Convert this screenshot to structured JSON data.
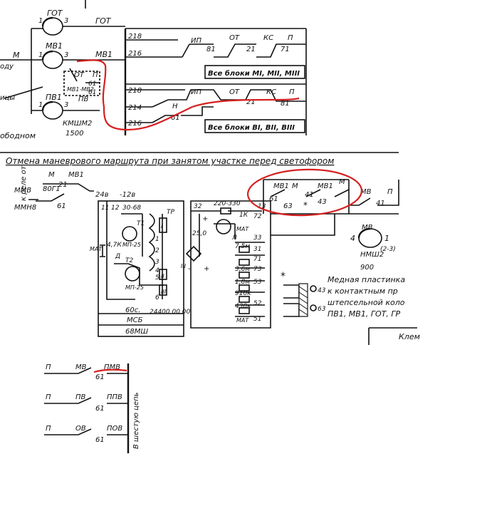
{
  "section_title": "Отмена маневрового маршрута при занятом участке перед светофором",
  "top_block": {
    "relays": [
      "ГОТ",
      "МВ1",
      "ПВ1"
    ],
    "labels": [
      "ГОТ",
      "М",
      "МВ1",
      "ОТ",
      "П",
      "КМШМ2",
      "1500",
      "ПВ",
      "МВ1-МВ2",
      "оду",
      "ицы",
      "ободном"
    ],
    "pins": [
      "1",
      "3",
      "1",
      "3",
      "1",
      "3",
      "61",
      "61"
    ],
    "wires": [
      "218",
      "216",
      "218",
      "214",
      "216"
    ],
    "contacts_upper": [
      "ИП",
      "81",
      "ОТ",
      "21",
      "КС",
      "П",
      "71"
    ],
    "contacts_lower": [
      "ИП",
      "Н",
      "61",
      "ОТ",
      "21",
      "КС",
      "П",
      "81"
    ],
    "notes": [
      "Все блоки МI, МII, МIII",
      "Все блоки ВI, ВII, ВIII"
    ]
  },
  "middle_block": {
    "left_labels": [
      "к реле от",
      "ММВ",
      "ММН8",
      "80Г1",
      "61",
      "М",
      "МВ1",
      "21",
      "24в",
      "-12в"
    ],
    "circuit_labels": [
      "11",
      "12",
      "30-68",
      "Т1",
      "МП-25",
      "ТР",
      "I",
      "1",
      "2",
      "3",
      "4",
      "5",
      "6",
      "II",
      "III",
      "МАТ",
      "4,7К",
      "Д",
      "Т2",
      "МП-25",
      "24400.00.00",
      "60с.",
      "МСБ",
      "68МШ"
    ],
    "right_labels": [
      "32",
      "220-330",
      "13",
      "1К",
      "72",
      "+",
      "25,0",
      "МАТ",
      "Л",
      "33",
      "III",
      "-",
      "+",
      "7,5м",
      "31",
      "3,6м",
      "73",
      "71",
      "1,8м",
      "910к",
      "53",
      "52",
      "430к",
      "51",
      "МАТ"
    ],
    "circled_labels": [
      "МВ1",
      "М",
      "МВ1",
      "М",
      "61",
      "41",
      "63",
      "*",
      "43"
    ],
    "relay_right": [
      "МВ",
      "П",
      "41",
      "4",
      "1",
      "МВ",
      "(2-3)",
      "НМШ2",
      "900"
    ]
  },
  "notes": {
    "copper_plate": [
      "Медная пластинка",
      "к контактным пр",
      "штепсельной коло",
      "ПВ1, МВ1, ГОТ, ГР"
    ],
    "asterisk": "*",
    "plate_pins": [
      "43",
      "63"
    ],
    "clamp": "Клем",
    "side_label": "В шестую цепь"
  },
  "bottom_block": {
    "rows": [
      {
        "left": "П",
        "mid": "МВ",
        "right": "ПМВ",
        "pin": "61"
      },
      {
        "left": "П",
        "mid": "ПВ",
        "right": "ППВ",
        "pin": "61"
      },
      {
        "left": "П",
        "mid": "ОВ",
        "right": "ПОВ",
        "pin": "61"
      }
    ]
  },
  "highlight_color": "#d62020"
}
